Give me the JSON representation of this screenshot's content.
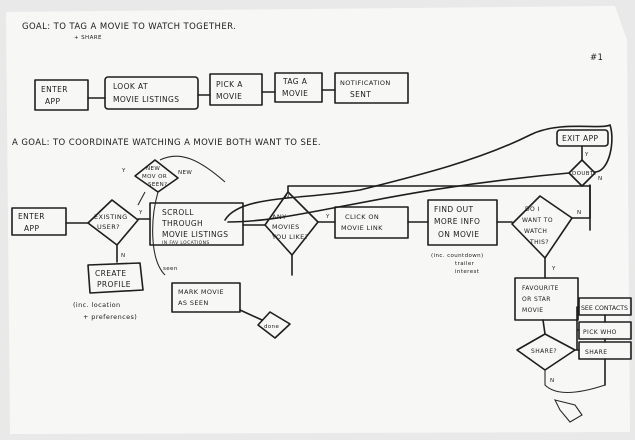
{
  "page_number": "#1",
  "goal1": {
    "title": "GOAL: TO TAG A MOVIE TO WATCH TOGETHER.",
    "annotation": "+ SHARE",
    "steps": [
      [
        "ENTER",
        "APP"
      ],
      [
        "LOOK AT",
        "MOVIE LISTINGS"
      ],
      [
        "PICK A",
        "MOVIE"
      ],
      [
        "TAG A",
        "MOVIE"
      ],
      [
        "NOTIFICATION",
        "SENT"
      ]
    ]
  },
  "goal2": {
    "title": "A GOAL: TO COORDINATE WATCHING A MOVIE BOTH WANT TO SEE.",
    "labels": {
      "y": "Y",
      "n": "N",
      "new": "NEW",
      "seen": "seen"
    },
    "nodes": {
      "exit_app": "EXIT APP",
      "doubt": "DOUBT?",
      "new_or_seen": [
        "NEW",
        "MOV OR",
        "SEEN?"
      ],
      "enter_app": [
        "ENTER",
        "APP"
      ],
      "existing_user": [
        "EXISTING",
        "USER?"
      ],
      "create_profile": [
        "CREATE",
        "PROFILE"
      ],
      "scroll": [
        "SCROLL",
        "THROUGH",
        "MOVIE LISTINGS",
        "IN FAV LOCATIONS"
      ],
      "mark_seen": [
        "MARK MOVIE",
        "AS SEEN"
      ],
      "done": "done",
      "any_movies": [
        "ANY",
        "MOVIES",
        "YOU LIKE?"
      ],
      "click_link": [
        "CLICK ON",
        "MOVIE LINK"
      ],
      "find_info": [
        "FIND OUT",
        "MORE INFO",
        "ON MOVIE"
      ],
      "want_watch": [
        "DO I",
        "WANT TO",
        "WATCH",
        "THIS?"
      ],
      "favourite": [
        "FAVOURITE",
        "OR STAR",
        "MOVIE"
      ],
      "share_q": "SHARE?",
      "see_contacts": "SEE CONTACTS",
      "pick_who": "PICK WHO",
      "share": "SHARE"
    },
    "notes": {
      "profile": [
        "(inc. location",
        "+ preferences)"
      ],
      "info": [
        "(inc. countdown)",
        "trailer",
        "interest"
      ]
    }
  }
}
